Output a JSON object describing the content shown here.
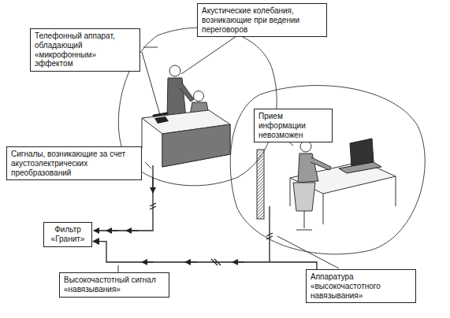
{
  "diagram": {
    "nodes": [
      {
        "text": [
          "Телефонный аппарат, обладающий «микрофонным» эффектом"
        ]
      },
      {
        "text": [
          "Акустические колебания, возникающие при ведении переговоров"
        ]
      },
      {
        "text": [
          "Прием информации невозможен"
        ]
      },
      {
        "text": [
          "Сигналы, возникающие за счет акустоэлектрических преобразований"
        ]
      },
      {
        "text": [
          "Фильтр «Гранит»"
        ]
      },
      {
        "text": [
          "Высокочастотный сигнал «навязывания»"
        ]
      },
      {
        "text": [
          "Аппаратура «высокочастотного навязывания»"
        ]
      }
    ],
    "edges": [
      {
        "from": 6,
        "to": 4,
        "arrow": "to"
      }
    ]
  }
}
